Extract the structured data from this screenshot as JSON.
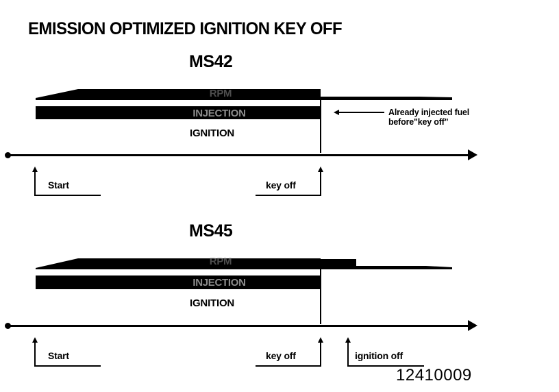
{
  "title": "EMISSION OPTIMIZED IGNITION KEY OFF",
  "figure_id": "12410009",
  "colors": {
    "ink": "#000000",
    "paper": "#ffffff"
  },
  "sections": [
    {
      "heading": "MS42",
      "bars": {
        "rpm_label": "RPM",
        "injection_label": "INJECTION",
        "ignition_label": "IGNITION"
      },
      "markers": [
        {
          "label": "Start"
        },
        {
          "label": "key off"
        }
      ],
      "callout": {
        "line1": "Already injected fuel",
        "line2": "before\"key off\""
      }
    },
    {
      "heading": "MS45",
      "bars": {
        "rpm_label": "RPM",
        "injection_label": "INJECTION",
        "ignition_label": "IGNITION"
      },
      "markers": [
        {
          "label": "Start"
        },
        {
          "label": "key off"
        },
        {
          "label": "ignition off"
        }
      ]
    }
  ]
}
